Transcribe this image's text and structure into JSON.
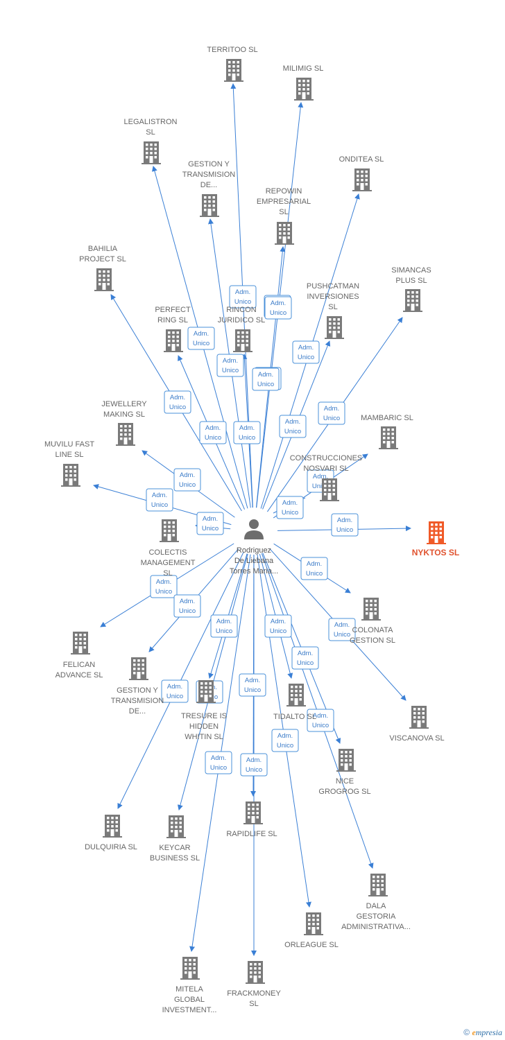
{
  "center": {
    "lines": [
      "Rodriguez",
      "De Liebana",
      "Torres Maria..."
    ],
    "icon": "person-icon"
  },
  "colors": {
    "edge": "#3a7fd5",
    "building": "#7a7a7a",
    "highlight": "#f05a28",
    "badge_border": "#4a90d9",
    "badge_text": "#3a7bc8"
  },
  "nodes": [
    {
      "id": "territoo",
      "lines": [
        "TERRITOO  SL"
      ],
      "icon": "building-icon"
    },
    {
      "id": "milimig",
      "lines": [
        "MILIMIG  SL"
      ],
      "icon": "building-icon"
    },
    {
      "id": "legalistron",
      "lines": [
        "LEGALISTRON",
        "SL"
      ],
      "icon": "building-icon"
    },
    {
      "id": "gestion-transmision-1",
      "lines": [
        "GESTION Y",
        "TRANSMISION",
        "DE..."
      ],
      "icon": "building-icon"
    },
    {
      "id": "onditea",
      "lines": [
        "ONDITEA  SL"
      ],
      "icon": "building-icon"
    },
    {
      "id": "repowin",
      "lines": [
        "REPOWIN",
        "EMPRESARIAL",
        "SL"
      ],
      "icon": "building-icon"
    },
    {
      "id": "bahilia",
      "lines": [
        "BAHILIA",
        "PROJECT  SL"
      ],
      "icon": "building-icon"
    },
    {
      "id": "simancas",
      "lines": [
        "SIMANCAS",
        "PLUS  SL"
      ],
      "icon": "building-icon"
    },
    {
      "id": "pushcatman",
      "lines": [
        "PUSHCATMAN",
        "INVERSIONES",
        "SL"
      ],
      "icon": "building-icon"
    },
    {
      "id": "perfect-ring",
      "lines": [
        "PERFECT",
        "RING  SL"
      ],
      "icon": "building-icon"
    },
    {
      "id": "rincon-juridico",
      "lines": [
        "RINCON",
        "JURIDICO SL"
      ],
      "icon": "building-icon"
    },
    {
      "id": "jewellery",
      "lines": [
        "JEWELLERY",
        "MAKING  SL"
      ],
      "icon": "building-icon"
    },
    {
      "id": "mambaric",
      "lines": [
        "MAMBARIC  SL"
      ],
      "icon": "building-icon"
    },
    {
      "id": "muvilu",
      "lines": [
        "MUVILU FAST",
        "LINE  SL"
      ],
      "icon": "building-icon"
    },
    {
      "id": "construcciones",
      "lines": [
        "CONSTRUCCIONES",
        "NOSVARI SL"
      ],
      "icon": "building-icon"
    },
    {
      "id": "colectis",
      "lines": [
        "COLECTIS",
        "MANAGEMENT",
        "SL"
      ],
      "icon": "building-icon"
    },
    {
      "id": "nyktos",
      "lines": [
        "NYKTOS  SL"
      ],
      "icon": "building-icon",
      "highlight": true
    },
    {
      "id": "colonata",
      "lines": [
        "COLONATA",
        "GESTION  SL"
      ],
      "icon": "building-icon"
    },
    {
      "id": "felican",
      "lines": [
        "FELICAN",
        "ADVANCE  SL"
      ],
      "icon": "building-icon"
    },
    {
      "id": "gestion-transmision-2",
      "lines": [
        "GESTION Y",
        "TRANSMISION",
        "DE..."
      ],
      "icon": "building-icon"
    },
    {
      "id": "viscanova",
      "lines": [
        "VISCANOVA  SL"
      ],
      "icon": "building-icon"
    },
    {
      "id": "tresure",
      "lines": [
        "TRESURE IS",
        "HIDDEN",
        "WHITIN  SL"
      ],
      "icon": "building-icon"
    },
    {
      "id": "tidalto",
      "lines": [
        "TIDALTO  SL"
      ],
      "icon": "building-icon"
    },
    {
      "id": "nice-grogrog",
      "lines": [
        "NICE",
        "GROGROG  SL"
      ],
      "icon": "building-icon"
    },
    {
      "id": "dulquiria",
      "lines": [
        "DULQUIRIA  SL"
      ],
      "icon": "building-icon"
    },
    {
      "id": "keycar",
      "lines": [
        "KEYCAR",
        "BUSINESS  SL"
      ],
      "icon": "building-icon"
    },
    {
      "id": "rapidlife",
      "lines": [
        "RAPIDLIFE  SL"
      ],
      "icon": "building-icon"
    },
    {
      "id": "dala",
      "lines": [
        "DALA",
        "GESTORIA",
        "ADMINISTRATIVA..."
      ],
      "icon": "building-icon"
    },
    {
      "id": "orleague",
      "lines": [
        "ORLEAGUE  SL"
      ],
      "icon": "building-icon"
    },
    {
      "id": "mitela",
      "lines": [
        "MITELA",
        "GLOBAL",
        "INVESTMENT..."
      ],
      "icon": "building-icon"
    },
    {
      "id": "frackmoney",
      "lines": [
        "FRACKMONEY",
        "SL"
      ],
      "icon": "building-icon"
    }
  ],
  "edge_label": [
    "Adm.",
    "Unico"
  ],
  "footer": {
    "copyright": "©",
    "brand_initial": "e",
    "brand_rest": "mpresia"
  }
}
